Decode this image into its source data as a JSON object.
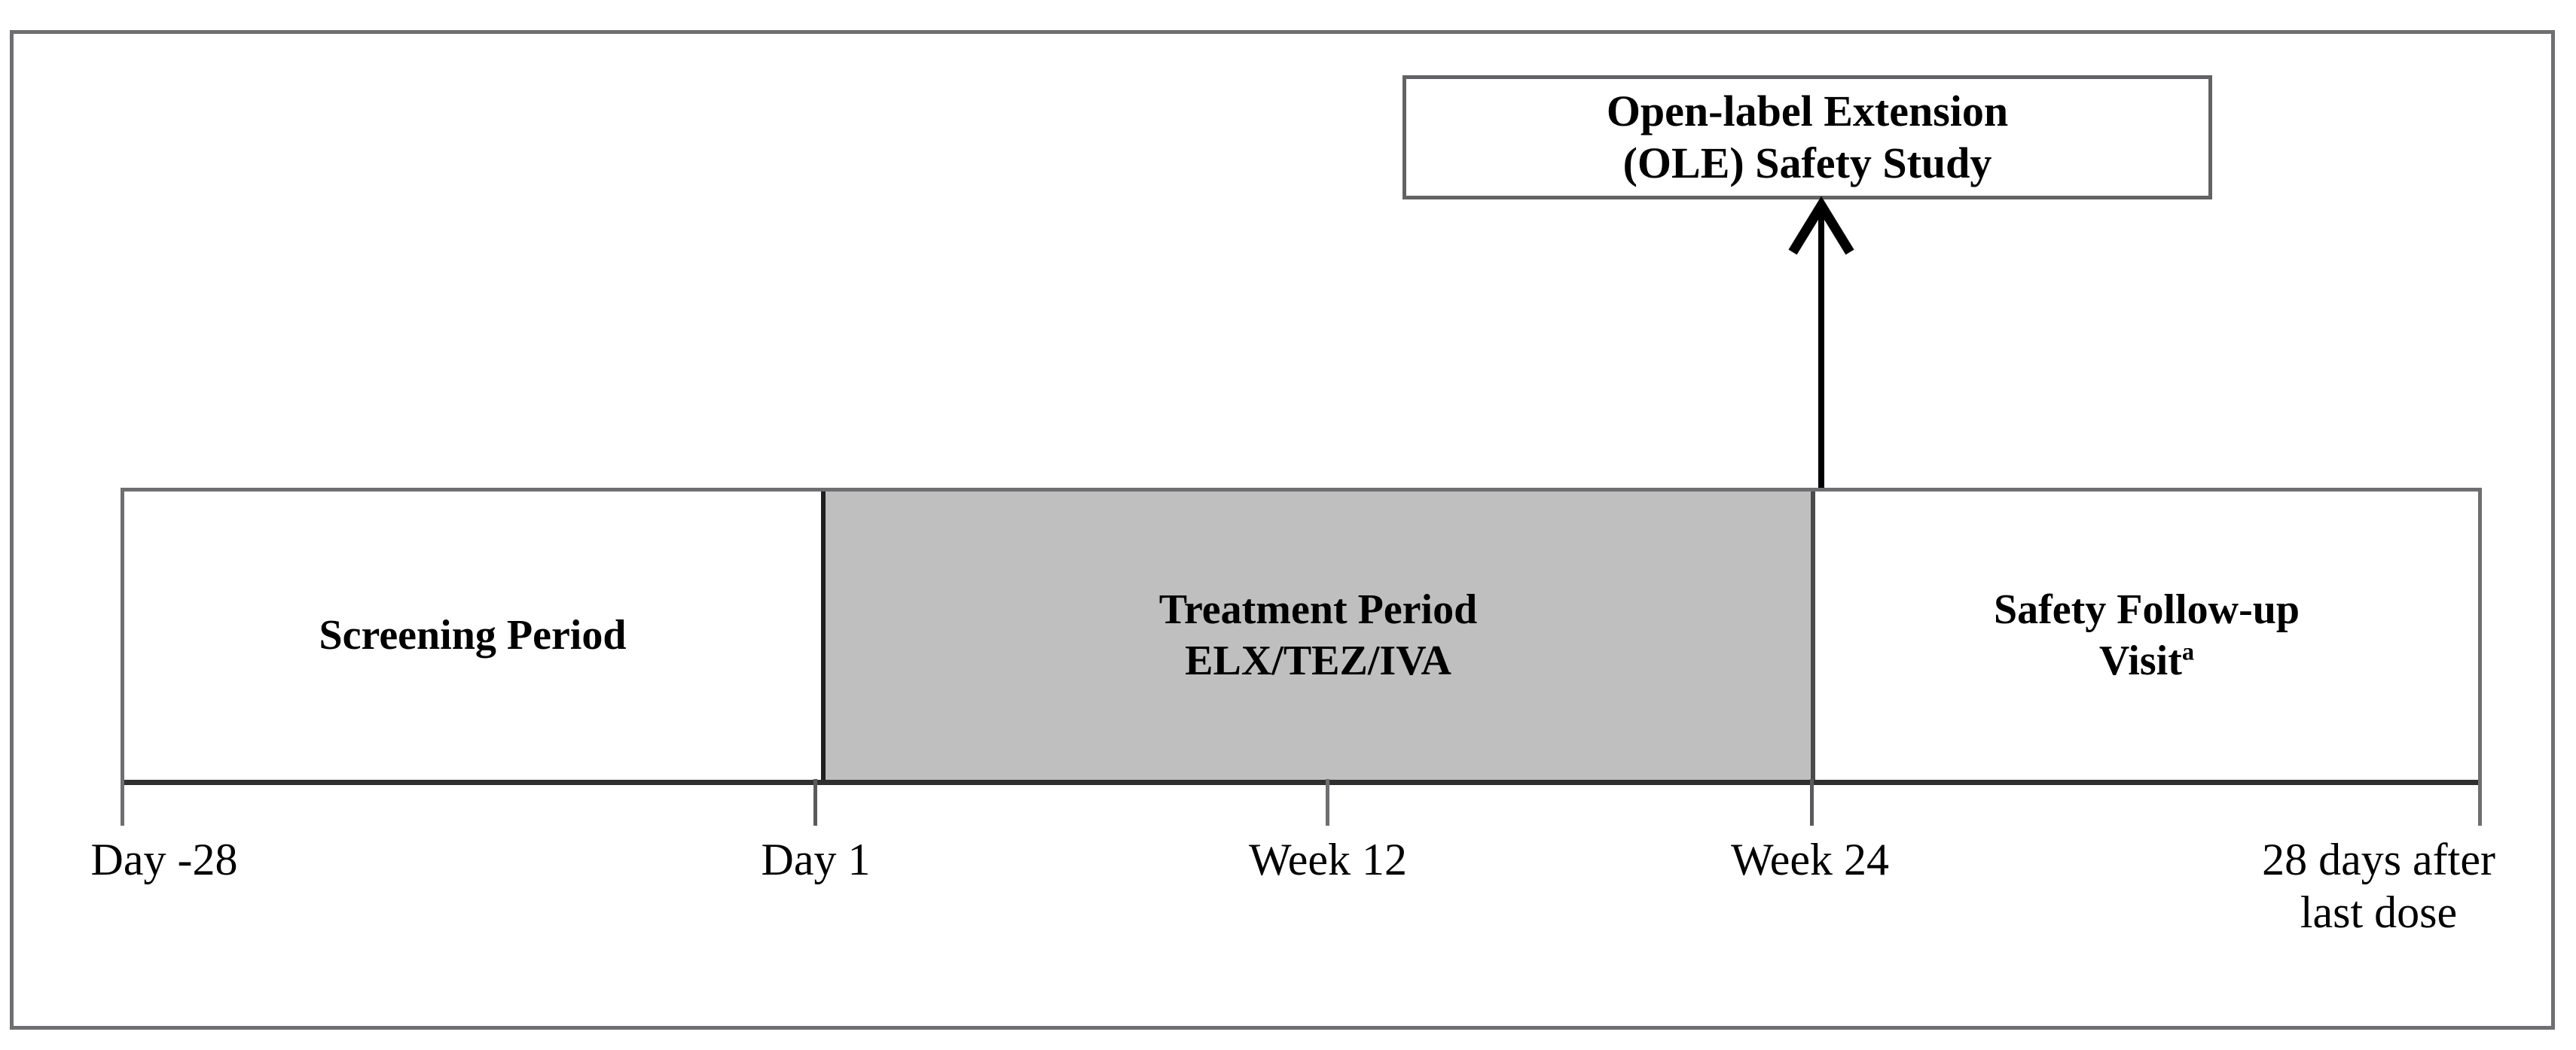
{
  "diagram": {
    "type": "clinical-trial-study-design-schematic",
    "ole_box": {
      "line1": "Open-label Extension",
      "line2": "(OLE) Safety Study"
    },
    "arrow": {
      "name": "ole-entry-arrow",
      "from": "Week 24",
      "to": "Open-label Extension (OLE) Safety Study",
      "direction": "up"
    },
    "timeline": {
      "segments": [
        {
          "id": "screening",
          "line1": "Screening Period",
          "line2": "",
          "fill": "#ffffff"
        },
        {
          "id": "treatment",
          "line1": "Treatment Period",
          "line2": "ELX/TEZ/IVA",
          "fill": "#bfbfbf"
        },
        {
          "id": "followup",
          "line1": "Safety Follow-up",
          "line2": "Visit",
          "footnote": "a",
          "fill": "#ffffff"
        }
      ],
      "axis_labels": [
        {
          "id": "day-minus-28",
          "text": "Day -28"
        },
        {
          "id": "day-1",
          "text": "Day 1"
        },
        {
          "id": "week-12",
          "text": "Week 12"
        },
        {
          "id": "week-24",
          "text": "Week 24"
        },
        {
          "id": "last-dose",
          "line1": "28 days after",
          "line2": "last dose"
        }
      ]
    },
    "colors": {
      "frame_border": "#6e6e73",
      "bar_border": "#6e6e73",
      "treatment_fill": "#bfbfbf",
      "text": "#000000",
      "arrow": "#000000"
    }
  }
}
